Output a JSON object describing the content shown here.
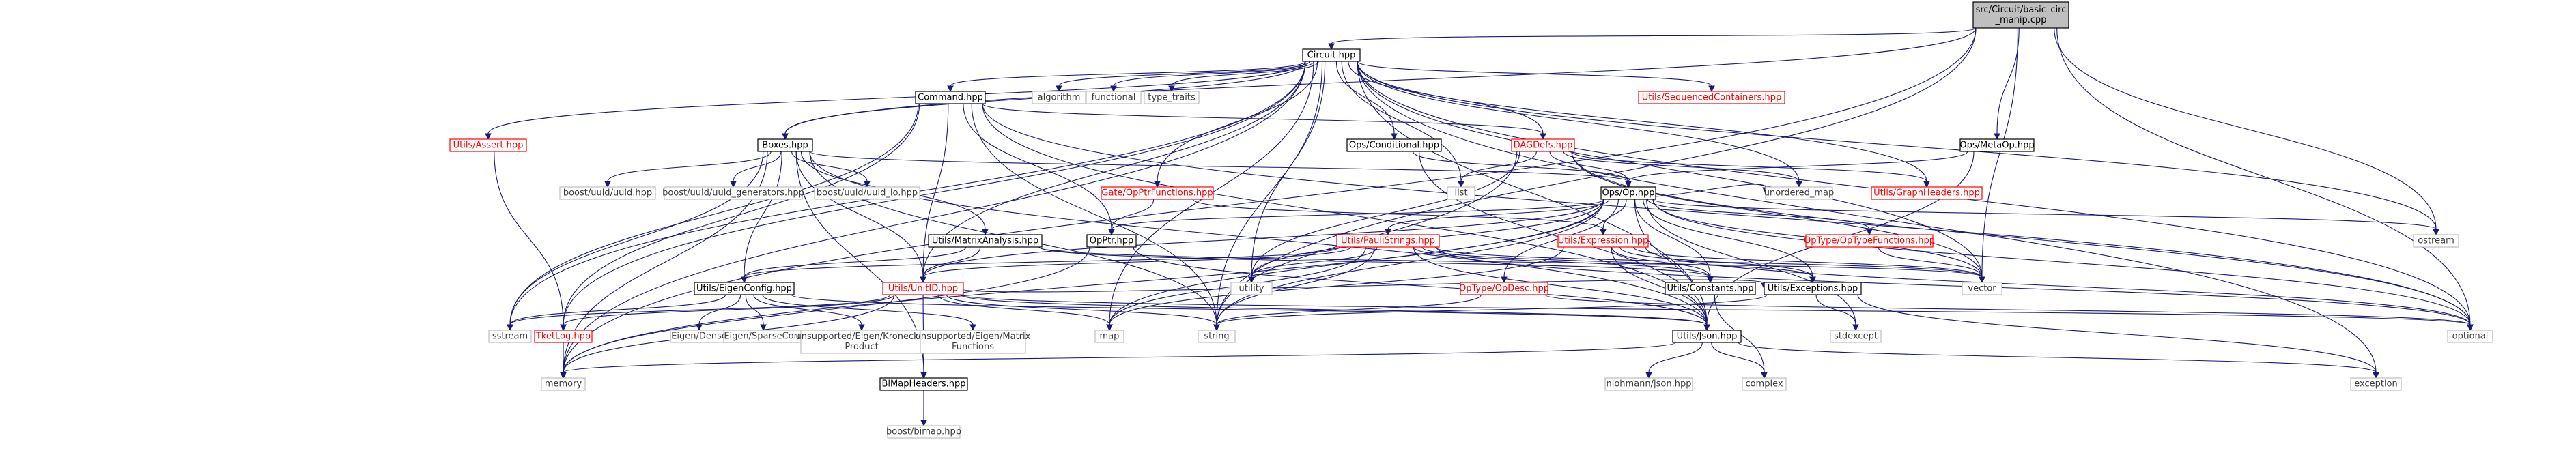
{
  "colors": {
    "edge": "#191970",
    "node_border": "#000000",
    "node_fill": "#ffffff",
    "node_text": "#000000",
    "root_fill": "#bfbfbf",
    "header_without_graph_border": "#bfbfbf",
    "header_without_graph_text": "#3c3c3c",
    "truncated_border": "#ff0000"
  },
  "nodes": {
    "root": {
      "label": [
        "src/Circuit/basic_circ",
        "_manip.cpp"
      ],
      "kind": "root"
    },
    "circuit": {
      "label": [
        "Circuit.hpp"
      ],
      "kind": "normal"
    },
    "boxes": {
      "label": [
        "Boxes.hpp"
      ],
      "kind": "normal"
    },
    "command": {
      "label": [
        "Command.hpp"
      ],
      "kind": "normal"
    },
    "dagdefs": {
      "label": [
        "DAGDefs.hpp"
      ],
      "kind": "truncated"
    },
    "conditional": {
      "label": [
        "Ops/Conditional.hpp"
      ],
      "kind": "normal"
    },
    "metaop": {
      "label": [
        "Ops/MetaOp.hpp"
      ],
      "kind": "normal"
    },
    "opop": {
      "label": [
        "Ops/Op.hpp"
      ],
      "kind": "normal"
    },
    "gateopptr": {
      "label": [
        "Gate/OpPtrFunctions.hpp"
      ],
      "kind": "truncated"
    },
    "opptr": {
      "label": [
        "OpPtr.hpp"
      ],
      "kind": "normal"
    },
    "uassert": {
      "label": [
        "Utils/Assert.hpp"
      ],
      "kind": "truncated"
    },
    "tklog": {
      "label": [
        "TketLog.hpp"
      ],
      "kind": "truncated"
    },
    "seqcont": {
      "label": [
        "Utils/SequencedContainers.hpp"
      ],
      "kind": "truncated"
    },
    "graphhdr": {
      "label": [
        "Utils/GraphHeaders.hpp"
      ],
      "kind": "truncated"
    },
    "matanal": {
      "label": [
        "Utils/MatrixAnalysis.hpp"
      ],
      "kind": "normal"
    },
    "eigencfg": {
      "label": [
        "Utils/EigenConfig.hpp"
      ],
      "kind": "normal"
    },
    "unitid": {
      "label": [
        "Utils/UnitID.hpp"
      ],
      "kind": "truncated"
    },
    "bimap": {
      "label": [
        "BiMapHeaders.hpp"
      ],
      "kind": "normal"
    },
    "pauli": {
      "label": [
        "Utils/PauliStrings.hpp"
      ],
      "kind": "truncated"
    },
    "expr": {
      "label": [
        "Utils/Expression.hpp"
      ],
      "kind": "truncated"
    },
    "optypefn": {
      "label": [
        "OpType/OpTypeFunctions.hpp"
      ],
      "kind": "truncated"
    },
    "opdesc": {
      "label": [
        "OpType/OpDesc.hpp"
      ],
      "kind": "truncated"
    },
    "constants": {
      "label": [
        "Utils/Constants.hpp"
      ],
      "kind": "normal"
    },
    "exceptions": {
      "label": [
        "Utils/Exceptions.hpp"
      ],
      "kind": "normal"
    },
    "json": {
      "label": [
        "Utils/Json.hpp"
      ],
      "kind": "normal"
    },
    "algorithm": {
      "label": [
        "algorithm"
      ],
      "kind": "system"
    },
    "functional": {
      "label": [
        "functional"
      ],
      "kind": "system"
    },
    "typetraits": {
      "label": [
        "type_traits"
      ],
      "kind": "system"
    },
    "uuid": {
      "label": [
        "boost/uuid/uuid.hpp"
      ],
      "kind": "system"
    },
    "uuidgen": {
      "label": [
        "boost/uuid/uuid_generators.hpp"
      ],
      "kind": "system"
    },
    "uuidio": {
      "label": [
        "boost/uuid/uuid_io.hpp"
      ],
      "kind": "system"
    },
    "list": {
      "label": [
        "list"
      ],
      "kind": "system"
    },
    "unordered": {
      "label": [
        "unordered_map"
      ],
      "kind": "system"
    },
    "ostream": {
      "label": [
        "ostream"
      ],
      "kind": "system"
    },
    "utility": {
      "label": [
        "utility"
      ],
      "kind": "system"
    },
    "vector": {
      "label": [
        "vector"
      ],
      "kind": "system"
    },
    "optional": {
      "label": [
        "optional"
      ],
      "kind": "system"
    },
    "sstream": {
      "label": [
        "sstream"
      ],
      "kind": "system"
    },
    "eigendense": {
      "label": [
        "Eigen/Dense"
      ],
      "kind": "system"
    },
    "eigensparse": {
      "label": [
        "Eigen/SparseCore"
      ],
      "kind": "system"
    },
    "unkron": {
      "label": [
        "unsupported/Eigen/Kronecker",
        "Product"
      ],
      "kind": "system"
    },
    "unmat": {
      "label": [
        "unsupported/Eigen/Matrix",
        "Functions"
      ],
      "kind": "system"
    },
    "map": {
      "label": [
        "map"
      ],
      "kind": "system"
    },
    "string": {
      "label": [
        "string"
      ],
      "kind": "system"
    },
    "stdexcept": {
      "label": [
        "stdexcept"
      ],
      "kind": "system"
    },
    "memory": {
      "label": [
        "memory"
      ],
      "kind": "system"
    },
    "boostbimap": {
      "label": [
        "boost/bimap.hpp"
      ],
      "kind": "system"
    },
    "nlohmann": {
      "label": [
        "nlohmann/json.hpp"
      ],
      "kind": "system"
    },
    "complex": {
      "label": [
        "complex"
      ],
      "kind": "system"
    },
    "exception": {
      "label": [
        "exception"
      ],
      "kind": "system"
    }
  },
  "edges": [
    [
      "root",
      "circuit"
    ],
    [
      "root",
      "boxes"
    ],
    [
      "root",
      "metaop"
    ],
    [
      "root",
      "memory"
    ],
    [
      "root",
      "string"
    ],
    [
      "root",
      "vector"
    ],
    [
      "root",
      "optional"
    ],
    [
      "root",
      "ostream"
    ],
    [
      "circuit",
      "command"
    ],
    [
      "circuit",
      "algorithm"
    ],
    [
      "circuit",
      "functional"
    ],
    [
      "circuit",
      "typetraits"
    ],
    [
      "circuit",
      "seqcont"
    ],
    [
      "circuit",
      "boxes"
    ],
    [
      "circuit",
      "conditional"
    ],
    [
      "circuit",
      "dagdefs"
    ],
    [
      "circuit",
      "gateopptr"
    ],
    [
      "circuit",
      "uassert"
    ],
    [
      "circuit",
      "graphhdr"
    ],
    [
      "circuit",
      "unitid"
    ],
    [
      "circuit",
      "tklog"
    ],
    [
      "circuit",
      "list"
    ],
    [
      "circuit",
      "unordered"
    ],
    [
      "circuit",
      "ostream"
    ],
    [
      "circuit",
      "utility"
    ],
    [
      "circuit",
      "vector"
    ],
    [
      "circuit",
      "optional"
    ],
    [
      "circuit",
      "exception"
    ],
    [
      "circuit",
      "string"
    ],
    [
      "circuit",
      "map"
    ],
    [
      "circuit",
      "sstream"
    ],
    [
      "circuit",
      "memory"
    ],
    [
      "circuit",
      "json"
    ],
    [
      "command",
      "dagdefs"
    ],
    [
      "command",
      "opptr"
    ],
    [
      "command",
      "unitid"
    ],
    [
      "command",
      "json"
    ],
    [
      "command",
      "sstream"
    ],
    [
      "command",
      "string"
    ],
    [
      "command",
      "optional"
    ],
    [
      "command",
      "tklog"
    ],
    [
      "boxes",
      "uuid"
    ],
    [
      "boxes",
      "uuidgen"
    ],
    [
      "boxes",
      "uuidio"
    ],
    [
      "boxes",
      "opop"
    ],
    [
      "boxes",
      "matanal"
    ],
    [
      "boxes",
      "eigencfg"
    ],
    [
      "boxes",
      "unitid"
    ],
    [
      "boxes",
      "bimap"
    ],
    [
      "boxes",
      "json"
    ],
    [
      "boxes",
      "memory"
    ],
    [
      "boxes",
      "sstream"
    ],
    [
      "boxes",
      "string"
    ],
    [
      "dagdefs",
      "opop"
    ],
    [
      "dagdefs",
      "list"
    ],
    [
      "dagdefs",
      "unordered"
    ],
    [
      "dagdefs",
      "graphhdr"
    ],
    [
      "dagdefs",
      "optional"
    ],
    [
      "dagdefs",
      "vector"
    ],
    [
      "dagdefs",
      "string"
    ],
    [
      "dagdefs",
      "utility"
    ],
    [
      "conditional",
      "opop"
    ],
    [
      "conditional",
      "json"
    ],
    [
      "metaop",
      "opop"
    ],
    [
      "metaop",
      "json"
    ],
    [
      "gateopptr",
      "opptr"
    ],
    [
      "gateopptr",
      "expr"
    ],
    [
      "uassert",
      "tklog"
    ],
    [
      "opop",
      "ostream"
    ],
    [
      "opop",
      "optypefn"
    ],
    [
      "opop",
      "opdesc"
    ],
    [
      "opop",
      "expr"
    ],
    [
      "opop",
      "pauli"
    ],
    [
      "opop",
      "constants"
    ],
    [
      "opop",
      "exceptions"
    ],
    [
      "opop",
      "json"
    ],
    [
      "opop",
      "unitid"
    ],
    [
      "opop",
      "opptr"
    ],
    [
      "opop",
      "vector"
    ],
    [
      "opop",
      "optional"
    ],
    [
      "opop",
      "stdexcept"
    ],
    [
      "opop",
      "string"
    ],
    [
      "opop",
      "memory"
    ],
    [
      "opop",
      "map"
    ],
    [
      "opop",
      "utility"
    ],
    [
      "opop",
      "unordered"
    ],
    [
      "opptr",
      "json"
    ],
    [
      "opptr",
      "memory"
    ],
    [
      "matanal",
      "eigencfg"
    ],
    [
      "matanal",
      "unitid"
    ],
    [
      "matanal",
      "constants"
    ],
    [
      "matanal",
      "vector"
    ],
    [
      "eigencfg",
      "eigendense"
    ],
    [
      "eigencfg",
      "eigensparse"
    ],
    [
      "eigencfg",
      "unkron"
    ],
    [
      "eigencfg",
      "unmat"
    ],
    [
      "eigencfg",
      "json"
    ],
    [
      "eigencfg",
      "sstream"
    ],
    [
      "unitid",
      "bimap"
    ],
    [
      "unitid",
      "json"
    ],
    [
      "unitid",
      "map"
    ],
    [
      "unitid",
      "string"
    ],
    [
      "unitid",
      "sstream"
    ],
    [
      "unitid",
      "memory"
    ],
    [
      "unitid",
      "optional"
    ],
    [
      "unitid",
      "tklog"
    ],
    [
      "unitid",
      "exceptions"
    ],
    [
      "bimap",
      "boostbimap"
    ],
    [
      "pauli",
      "unitid"
    ],
    [
      "pauli",
      "eigencfg"
    ],
    [
      "pauli",
      "constants"
    ],
    [
      "pauli",
      "json"
    ],
    [
      "pauli",
      "utility"
    ],
    [
      "pauli",
      "vector"
    ],
    [
      "pauli",
      "map"
    ],
    [
      "pauli",
      "string"
    ],
    [
      "pauli",
      "optional"
    ],
    [
      "pauli",
      "exceptions"
    ],
    [
      "expr",
      "constants"
    ],
    [
      "expr",
      "exceptions"
    ],
    [
      "expr",
      "json"
    ],
    [
      "expr",
      "vector"
    ],
    [
      "expr",
      "map"
    ],
    [
      "expr",
      "optional"
    ],
    [
      "optypefn",
      "vector"
    ],
    [
      "opdesc",
      "string"
    ],
    [
      "opdesc",
      "optional"
    ],
    [
      "constants",
      "complex"
    ],
    [
      "exceptions",
      "stdexcept"
    ],
    [
      "exceptions",
      "exception"
    ],
    [
      "exceptions",
      "string"
    ],
    [
      "json",
      "nlohmann"
    ],
    [
      "json",
      "complex"
    ],
    [
      "json",
      "exception"
    ],
    [
      "json",
      "memory"
    ],
    [
      "tklog",
      "memory"
    ]
  ]
}
